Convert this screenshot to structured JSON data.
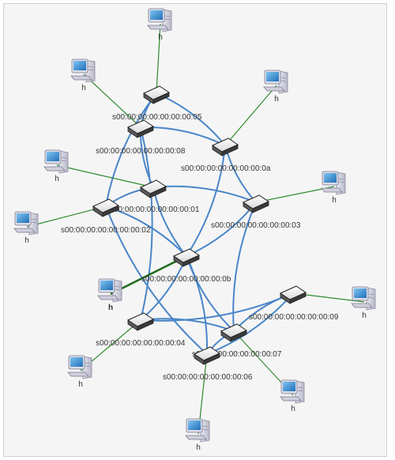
{
  "colors": {
    "background": "#f5f5f5",
    "switch_link": "#4a86c8",
    "host_link": "#2e8b2e",
    "selected_host_link": "#1f6b1f"
  },
  "switches": [
    {
      "id": "s05",
      "label": "s00:00:00:00:00:00:00:05"
    },
    {
      "id": "s08",
      "label": "s00:00:00:00:00:00:00:08"
    },
    {
      "id": "s0a",
      "label": "s00:00:00:00:00:00:00:0a"
    },
    {
      "id": "s01",
      "label": "s00:00:00:00:00:00:00:01"
    },
    {
      "id": "s02",
      "label": "s00:00:00:00:00:00:00:02"
    },
    {
      "id": "s03",
      "label": "s00:00:00:00:00:00:00:03"
    },
    {
      "id": "s0b",
      "label": "s00:00:00:00:00:00:00:0b"
    },
    {
      "id": "s09",
      "label": "s00:00:00:00:00:00:00:09"
    },
    {
      "id": "s04",
      "label": "s00:00:00:00:00:00:00:04"
    },
    {
      "id": "s07",
      "label": "s00:00:00:00:00:00:00:07"
    },
    {
      "id": "s06",
      "label": "s00:00:00:00:00:00:00:06"
    }
  ],
  "hosts": [
    {
      "id": "h1",
      "label": "h",
      "switch": "s05"
    },
    {
      "id": "h2",
      "label": "h",
      "switch": "s08"
    },
    {
      "id": "h3",
      "label": "h",
      "switch": "s0a"
    },
    {
      "id": "h4",
      "label": "h",
      "switch": "s01"
    },
    {
      "id": "h5",
      "label": "h",
      "switch": "s03"
    },
    {
      "id": "h6",
      "label": "h",
      "switch": "s02"
    },
    {
      "id": "h7",
      "label": "h",
      "switch": "s0b",
      "selected": true
    },
    {
      "id": "h8",
      "label": "h",
      "switch": "s09"
    },
    {
      "id": "h9",
      "label": "h",
      "switch": "s04"
    },
    {
      "id": "h10",
      "label": "h",
      "switch": "s07"
    },
    {
      "id": "h11",
      "label": "h",
      "switch": "s06"
    }
  ],
  "switch_links": [
    [
      "s05",
      "s08"
    ],
    [
      "s05",
      "s0a"
    ],
    [
      "s05",
      "s02"
    ],
    [
      "s08",
      "s0a"
    ],
    [
      "s08",
      "s01"
    ],
    [
      "s08",
      "s04"
    ],
    [
      "s0a",
      "s03"
    ],
    [
      "s0a",
      "s0b"
    ],
    [
      "s01",
      "s02"
    ],
    [
      "s01",
      "s03"
    ],
    [
      "s01",
      "s0b"
    ],
    [
      "s02",
      "s0b"
    ],
    [
      "s02",
      "s06"
    ],
    [
      "s03",
      "s0b"
    ],
    [
      "s03",
      "s07"
    ],
    [
      "s0b",
      "s04"
    ],
    [
      "s0b",
      "s07"
    ],
    [
      "s0b",
      "s06"
    ],
    [
      "s04",
      "s09"
    ],
    [
      "s04",
      "s07"
    ],
    [
      "s09",
      "s07"
    ],
    [
      "s09",
      "s06"
    ],
    [
      "s07",
      "s06"
    ]
  ]
}
